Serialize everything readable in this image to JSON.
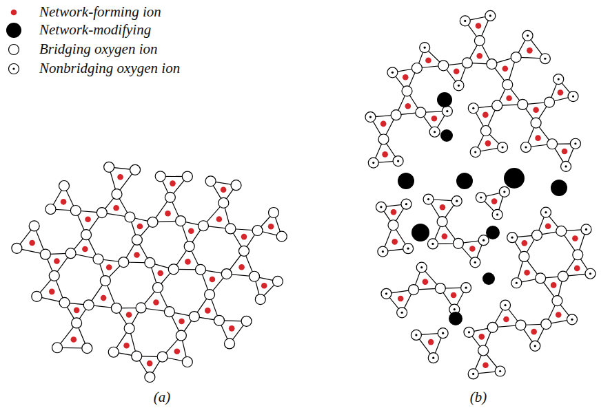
{
  "diagram": {
    "labels": [
      "(a)",
      "(b)"
    ],
    "legend": [
      {
        "text": "Network-forming ion"
      },
      {
        "text": "Network-modifying"
      },
      {
        "text": "Bridging oxygen ion"
      },
      {
        "text": "Nonbridging oxygen ion"
      }
    ]
  }
}
